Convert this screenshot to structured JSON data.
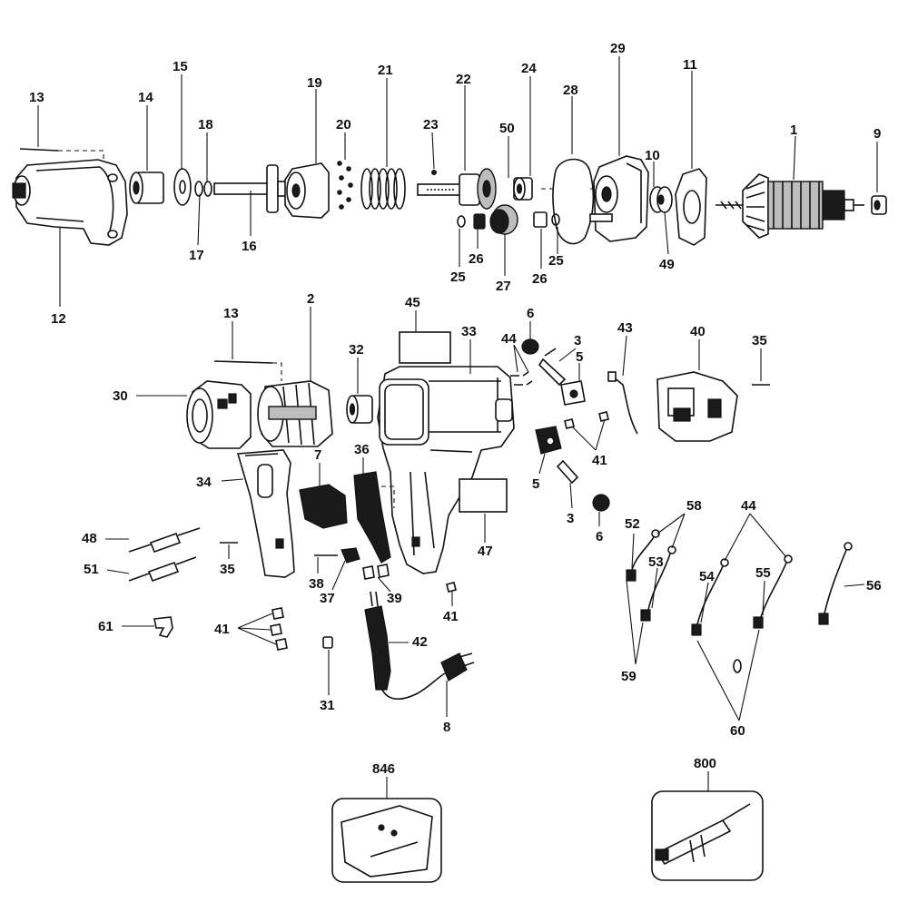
{
  "callouts": [
    {
      "id": "c13a",
      "text": "13"
    },
    {
      "id": "c14",
      "text": "14"
    },
    {
      "id": "c15",
      "text": "15"
    },
    {
      "id": "c18",
      "text": "18"
    },
    {
      "id": "c19",
      "text": "19"
    },
    {
      "id": "c20",
      "text": "20"
    },
    {
      "id": "c21",
      "text": "21"
    },
    {
      "id": "c22",
      "text": "22"
    },
    {
      "id": "c23",
      "text": "23"
    },
    {
      "id": "c50",
      "text": "50"
    },
    {
      "id": "c24",
      "text": "24"
    },
    {
      "id": "c28",
      "text": "28"
    },
    {
      "id": "c29",
      "text": "29"
    },
    {
      "id": "c11",
      "text": "11"
    },
    {
      "id": "c10",
      "text": "10"
    },
    {
      "id": "c1",
      "text": "1"
    },
    {
      "id": "c9",
      "text": "9"
    },
    {
      "id": "c12",
      "text": "12"
    },
    {
      "id": "c17",
      "text": "17"
    },
    {
      "id": "c16",
      "text": "16"
    },
    {
      "id": "c25a",
      "text": "25"
    },
    {
      "id": "c26a",
      "text": "26"
    },
    {
      "id": "c27",
      "text": "27"
    },
    {
      "id": "c26b",
      "text": "26"
    },
    {
      "id": "c25b",
      "text": "25"
    },
    {
      "id": "c49",
      "text": "49"
    },
    {
      "id": "c13b",
      "text": "13"
    },
    {
      "id": "c2",
      "text": "2"
    },
    {
      "id": "c45",
      "text": "45"
    },
    {
      "id": "c32",
      "text": "32"
    },
    {
      "id": "c33",
      "text": "33"
    },
    {
      "id": "c6a",
      "text": "6"
    },
    {
      "id": "c44a",
      "text": "44"
    },
    {
      "id": "c3a",
      "text": "3"
    },
    {
      "id": "c5a",
      "text": "5"
    },
    {
      "id": "c43",
      "text": "43"
    },
    {
      "id": "c40",
      "text": "40"
    },
    {
      "id": "c35a",
      "text": "35"
    },
    {
      "id": "c30",
      "text": "30"
    },
    {
      "id": "c41a",
      "text": "41"
    },
    {
      "id": "c34",
      "text": "34"
    },
    {
      "id": "c7",
      "text": "7"
    },
    {
      "id": "c36",
      "text": "36"
    },
    {
      "id": "c5b",
      "text": "5"
    },
    {
      "id": "c3b",
      "text": "3"
    },
    {
      "id": "c6b",
      "text": "6"
    },
    {
      "id": "c47",
      "text": "47"
    },
    {
      "id": "c48",
      "text": "48"
    },
    {
      "id": "c35b",
      "text": "35"
    },
    {
      "id": "c51",
      "text": "51"
    },
    {
      "id": "c38",
      "text": "38"
    },
    {
      "id": "c37",
      "text": "37"
    },
    {
      "id": "c39",
      "text": "39"
    },
    {
      "id": "c41b",
      "text": "41"
    },
    {
      "id": "c61",
      "text": "61"
    },
    {
      "id": "c41c",
      "text": "41"
    },
    {
      "id": "c42",
      "text": "42"
    },
    {
      "id": "c31",
      "text": "31"
    },
    {
      "id": "c8",
      "text": "8"
    },
    {
      "id": "c52",
      "text": "52"
    },
    {
      "id": "c58",
      "text": "58"
    },
    {
      "id": "c53",
      "text": "53"
    },
    {
      "id": "c59",
      "text": "59"
    },
    {
      "id": "c44b",
      "text": "44"
    },
    {
      "id": "c54",
      "text": "54"
    },
    {
      "id": "c55",
      "text": "55"
    },
    {
      "id": "c56",
      "text": "56"
    },
    {
      "id": "c60",
      "text": "60"
    },
    {
      "id": "c846",
      "text": "846"
    },
    {
      "id": "c800",
      "text": "800"
    }
  ]
}
